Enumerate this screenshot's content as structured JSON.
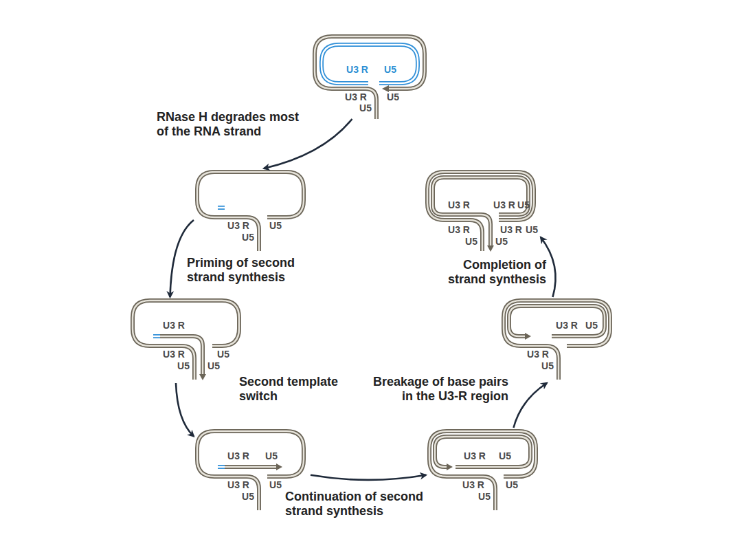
{
  "diagram": {
    "nodes": [
      {
        "text": [
          "U3 R",
          "U5",
          "U3 R",
          "U5",
          "U5"
        ]
      },
      {
        "text": [
          "U3 R",
          "U5",
          "U5"
        ]
      },
      {
        "text": [
          "U3 R",
          "U3 R",
          "U5",
          "U5",
          "U5"
        ]
      },
      {
        "text": [
          "U3 R",
          "U5",
          "U3 R",
          "U5",
          "U5"
        ]
      },
      {
        "text": [
          "U3 R",
          "U5",
          "U3 R",
          "U5",
          "U5"
        ]
      },
      {
        "text": [
          "U3 R",
          "U5",
          "U3 R",
          "U5"
        ]
      },
      {
        "text": [
          "U3 R",
          "U3 R",
          "U5",
          "U3 R",
          "U3 R",
          "U5",
          "U5",
          "U5"
        ]
      }
    ],
    "edges": [
      {
        "from": 0,
        "to": 1,
        "arrow": "to",
        "label": "RNase H degrades most of the RNA strand"
      },
      {
        "from": 1,
        "to": 2,
        "arrow": "to",
        "label": "Priming of second strand synthesis"
      },
      {
        "from": 2,
        "to": 3,
        "arrow": "to",
        "label": "Second template switch"
      },
      {
        "from": 3,
        "to": 4,
        "arrow": "to",
        "label": "Continuation of second strand synthesis"
      },
      {
        "from": 4,
        "to": 5,
        "arrow": "to",
        "label": "Breakage of base pairs in the U3-R region"
      },
      {
        "from": 5,
        "to": 6,
        "arrow": "to",
        "label": "Completion of strand synthesis"
      }
    ]
  }
}
